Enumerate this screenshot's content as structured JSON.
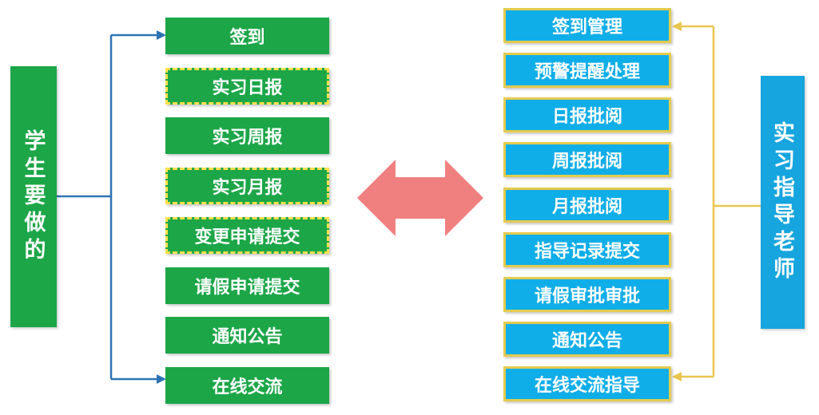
{
  "left_label": {
    "text": "学生要做的"
  },
  "right_label": {
    "text": "实习指导老师"
  },
  "left_items": [
    {
      "label": "签到",
      "dashed": false
    },
    {
      "label": "实习日报",
      "dashed": true
    },
    {
      "label": "实习周报",
      "dashed": false
    },
    {
      "label": "实习月报",
      "dashed": true
    },
    {
      "label": "变更申请提交",
      "dashed": true
    },
    {
      "label": "请假申请提交",
      "dashed": false
    },
    {
      "label": "通知公告",
      "dashed": false
    },
    {
      "label": "在线交流",
      "dashed": false
    }
  ],
  "right_items": [
    {
      "label": "签到管理"
    },
    {
      "label": "预警提醒处理"
    },
    {
      "label": "日报批阅"
    },
    {
      "label": "周报批阅"
    },
    {
      "label": "月报批阅"
    },
    {
      "label": "指导记录提交"
    },
    {
      "label": "请假审批审批"
    },
    {
      "label": "通知公告"
    },
    {
      "label": "在线交流指导"
    }
  ],
  "colors": {
    "green": "#1CA648",
    "blue": "#10AEE8",
    "label_blue": "#16A5DE",
    "gold_border": "#E5CB4E",
    "dashed_yellow": "#FFE14D",
    "connector_blue": "#2E74B5",
    "connector_yellow": "#E9C64F",
    "arrow_pink": "#F08080",
    "text": "#FFFFFF"
  }
}
